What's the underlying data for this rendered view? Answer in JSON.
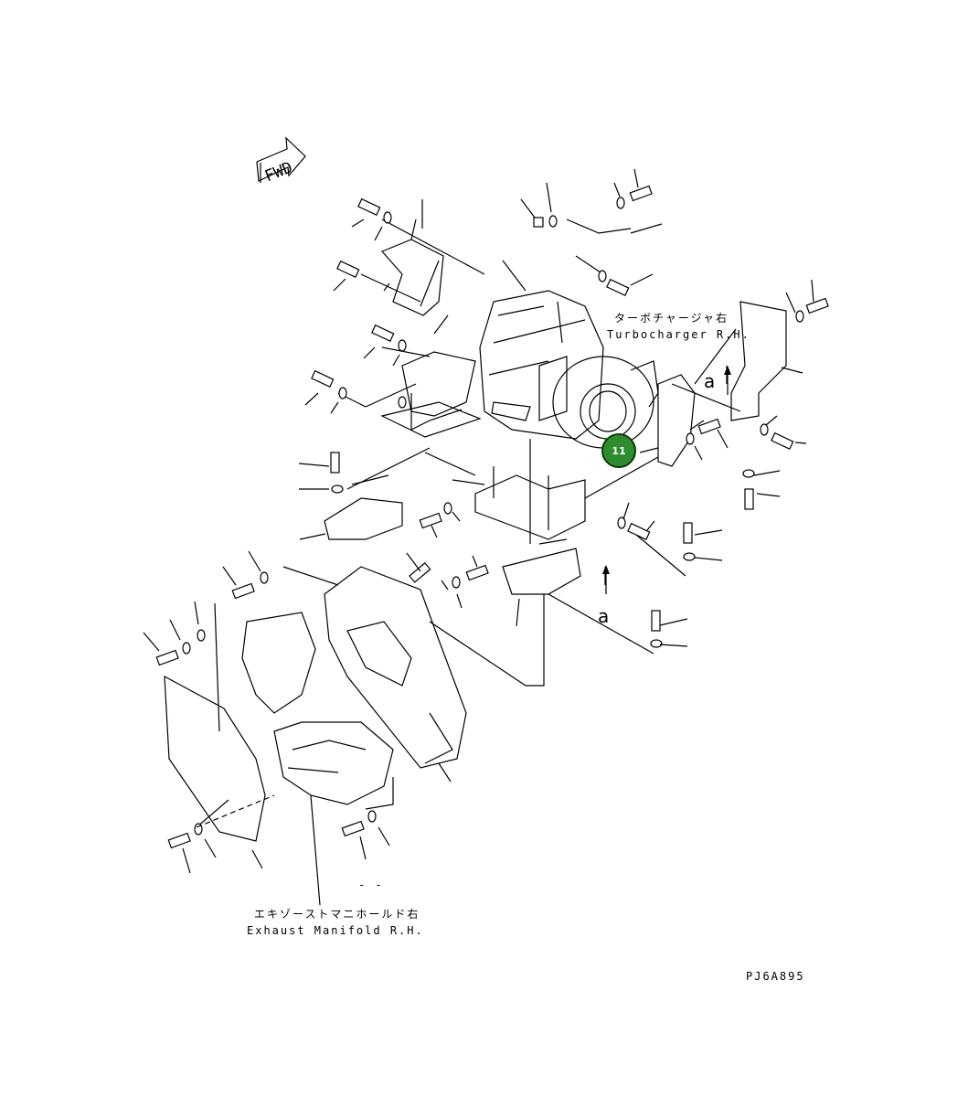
{
  "fwd_label": "FWD",
  "turbo_label_jp": "ターボチャージャ右",
  "turbo_label_en": "Turbocharger R.H.",
  "manifold_label_jp": "エキゾーストマニホールド右",
  "manifold_label_en": "Exhaust Manifold R.H.",
  "ref_marks": [
    "a",
    "a"
  ],
  "stray_mark": "- -",
  "drawing_code": "PJ6A895",
  "callout": {
    "number": "11",
    "fill": "#2e8b2e",
    "stroke": "#0b3d0b"
  }
}
